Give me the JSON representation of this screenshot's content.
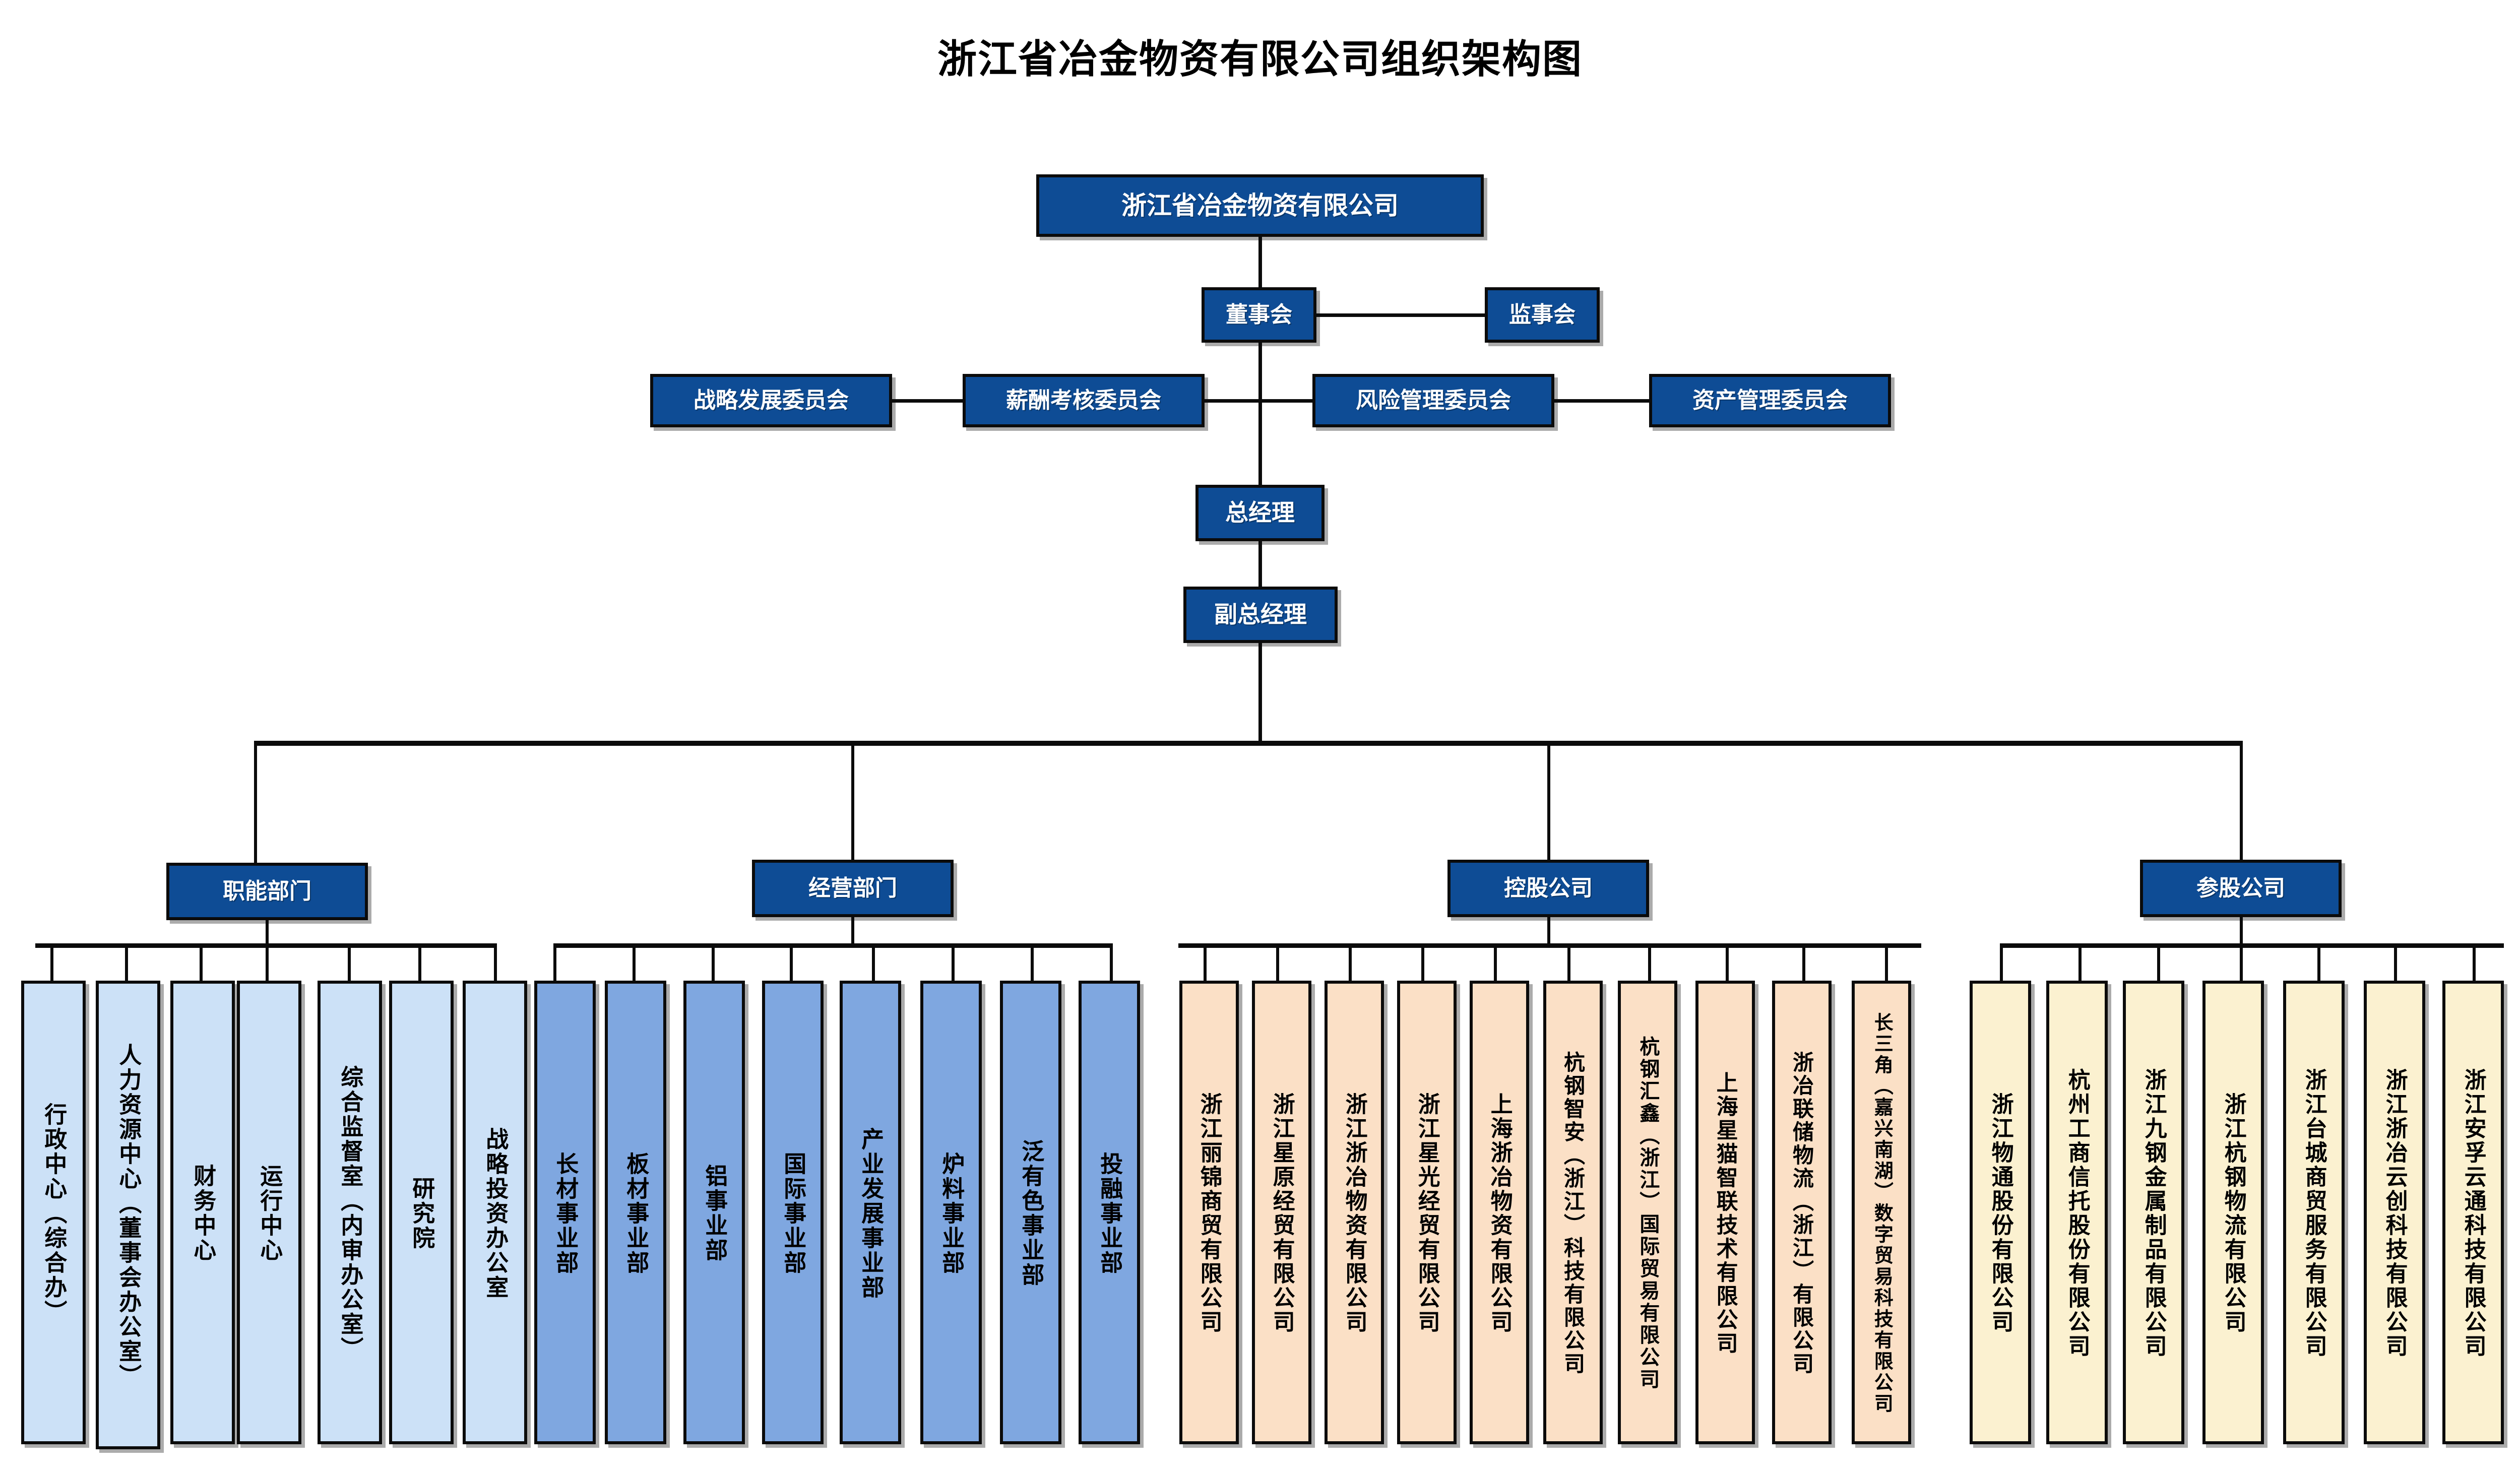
{
  "title": "浙江省冶金物资有限公司组织架构图",
  "colors": {
    "executive_blue": "#0E4C95",
    "functional_leaf": "#CCE1F7",
    "business_leaf": "#7FA7E0",
    "holding_leaf": "#FBE0C6",
    "equity_leaf": "#FBF1D0",
    "line": "#0B0B0B",
    "background": "#FFFFFF"
  },
  "top": {
    "company": "浙江省冶金物资有限公司",
    "board": "董事会",
    "supervisors": "监事会",
    "general_manager": "总经理",
    "deputy_general_manager": "副总经理"
  },
  "committees": [
    "战略发展委员会",
    "薪酬考核委员会",
    "风险管理委员会",
    "资产管理委员会"
  ],
  "groups": [
    {
      "id": "functional",
      "label": "职能部门",
      "children": [
        "行政中心（综合办）",
        "人力资源中心（董事会办公室）",
        "财务中心",
        "运行中心",
        "综合监督室（内审办公室）",
        "研究院",
        "战略投资办公室"
      ]
    },
    {
      "id": "business",
      "label": "经营部门",
      "children": [
        "长材事业部",
        "板材事业部",
        "铝事业部",
        "国际事业部",
        "产业发展事业部",
        "炉料事业部",
        "泛有色事业部",
        "投融事业部"
      ]
    },
    {
      "id": "holding",
      "label": "控股公司",
      "children": [
        "浙江丽锦商贸有限公司",
        "浙江星原经贸有限公司",
        "浙江浙冶物资有限公司",
        "浙江星光经贸有限公司",
        "上海浙冶物资有限公司",
        "杭钢智安（浙江）科技有限公司",
        "杭钢汇鑫（浙江）国际贸易有限公司",
        "上海星猫智联技术有限公司",
        "浙冶联储物流（浙江）有限公司",
        "长三角（嘉兴南湖）数字贸易科技有限公司"
      ]
    },
    {
      "id": "equity",
      "label": "参股公司",
      "children": [
        "浙江物通股份有限公司",
        "杭州工商信托股份有限公司",
        "浙江九钢金属制品有限公司",
        "浙江杭钢物流有限公司",
        "浙江台城商贸服务有限公司",
        "浙江浙冶云创科技有限公司",
        "浙江安孚云通科技有限公司"
      ]
    }
  ]
}
